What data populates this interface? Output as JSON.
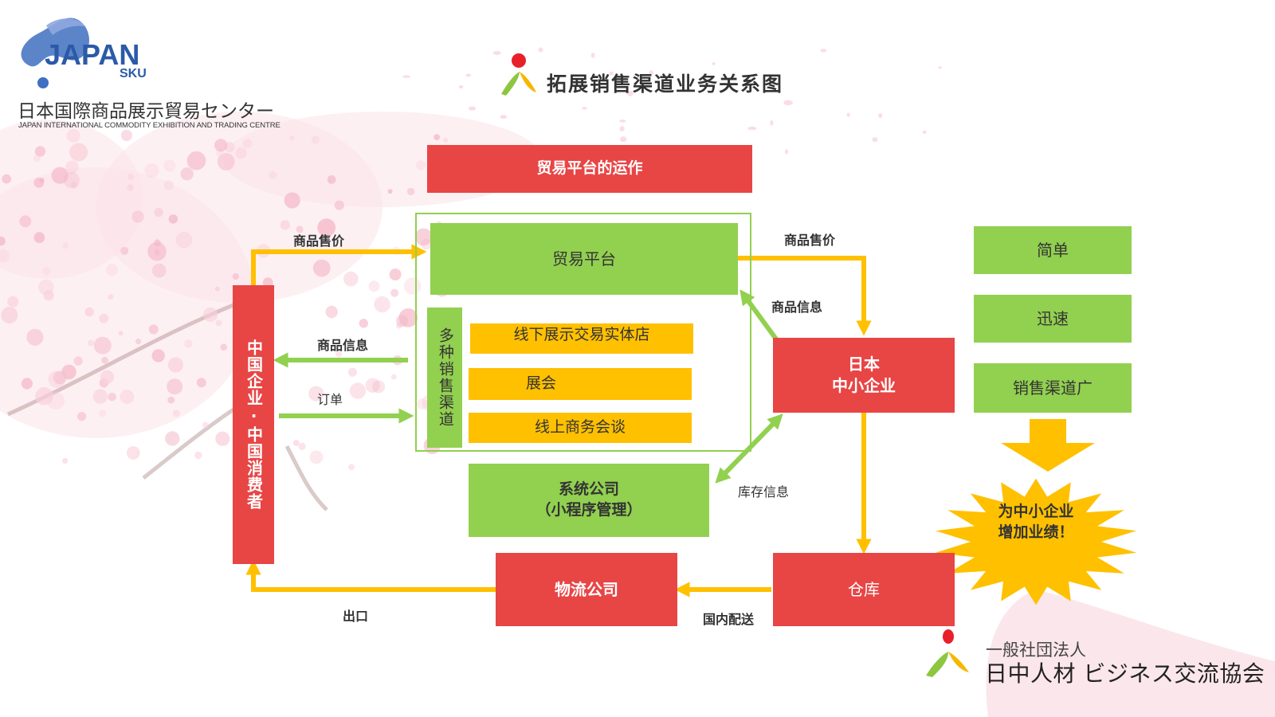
{
  "logo": {
    "word": "JAPAN",
    "sub": "SKU",
    "jp_name": "日本国際商品展示貿易センター",
    "en_name": "JAPAN INTERNATIONAL COMMODITY EXHIBITION AND TRADING CENTRE"
  },
  "title": "拓展销售渠道业务关系图",
  "nodes": {
    "platform_ops": "贸易平台的运作",
    "trade_platform": "贸易平台",
    "channels": "多种销售渠道",
    "offline_store": "线下展示交易实体店",
    "exhibition": "展会",
    "online_meeting": "线上商务会谈",
    "system_company_line1": "系统公司",
    "system_company_line2": "（小程序管理）",
    "china_side": "中国企业·中国消费者",
    "japan_sme_line1": "日本",
    "japan_sme_line2": "中小企业",
    "warehouse": "仓库",
    "logistics": "物流公司"
  },
  "edge_labels": {
    "price_left": "商品售价",
    "info_left": "商品信息",
    "order": "订单",
    "price_right": "商品售价",
    "info_right": "商品信息",
    "inventory": "库存信息",
    "domestic_delivery": "国内配送",
    "export": "出口"
  },
  "benefits": [
    "简单",
    "迅速",
    "销售渠道广"
  ],
  "result": {
    "line1": "为中小企业",
    "line2": "增加业绩！"
  },
  "association": {
    "line1": "一般社団法人",
    "line2": "日中人材 ビジネス交流協会"
  },
  "colors": {
    "red": "#e84545",
    "green": "#92d050",
    "orange": "#ffc000",
    "arrow_yellow": "#ffc000",
    "arrow_green": "#92d050",
    "logo_blue": "#2b5aa8"
  }
}
